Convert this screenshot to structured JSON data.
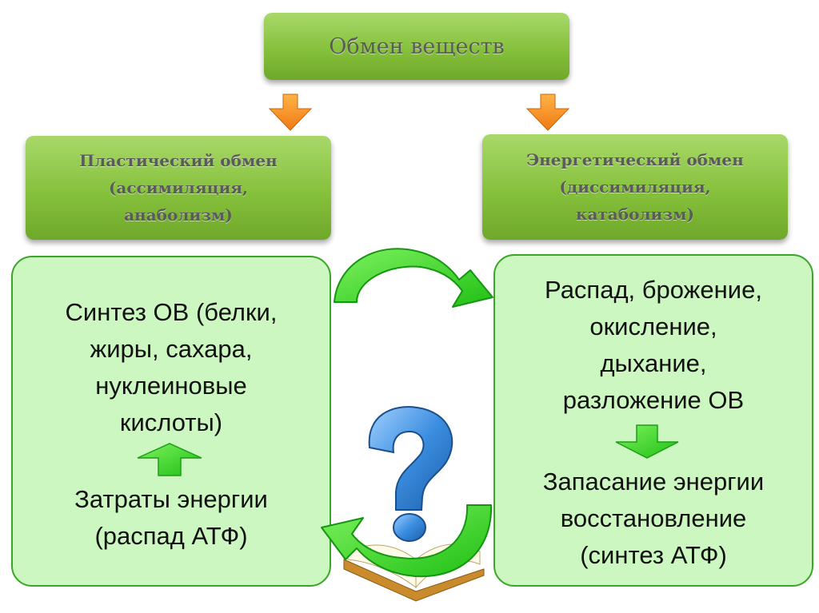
{
  "title": "Обмен веществ",
  "plastic": {
    "line1": "Пластический обмен",
    "line2": "(ассимиляция,",
    "line3": "анаболизм)"
  },
  "energy": {
    "line1": "Энергетический обмен",
    "line2": "(диссимиляция,",
    "line3": "катаболизм)"
  },
  "left_panel": {
    "synthesis": [
      "Синтез ОВ (белки,",
      "жиры, сахара,",
      "нуклеиновые",
      "кислоты)"
    ],
    "cost": [
      "Затраты энергии",
      "(распад АТФ)"
    ]
  },
  "right_panel": {
    "processes": [
      "Распад, брожение,",
      "окисление,",
      "дыхание,",
      "разложение ОВ"
    ],
    "storage": [
      "Запасание энергии",
      "восстановление",
      "(синтез АТФ)"
    ]
  },
  "colors": {
    "green_box": "#86c13c",
    "panel_fill": "#ccf7c0",
    "panel_border": "#3aa526",
    "orange_arrow": "#f28c1e",
    "green_arrow": "#33d81e",
    "question_mark": "#2f7fd0"
  },
  "icons": [
    "down-arrow-icon",
    "up-arrow-icon",
    "cycle-arrow-icon",
    "question-mark-icon",
    "open-book-icon"
  ]
}
